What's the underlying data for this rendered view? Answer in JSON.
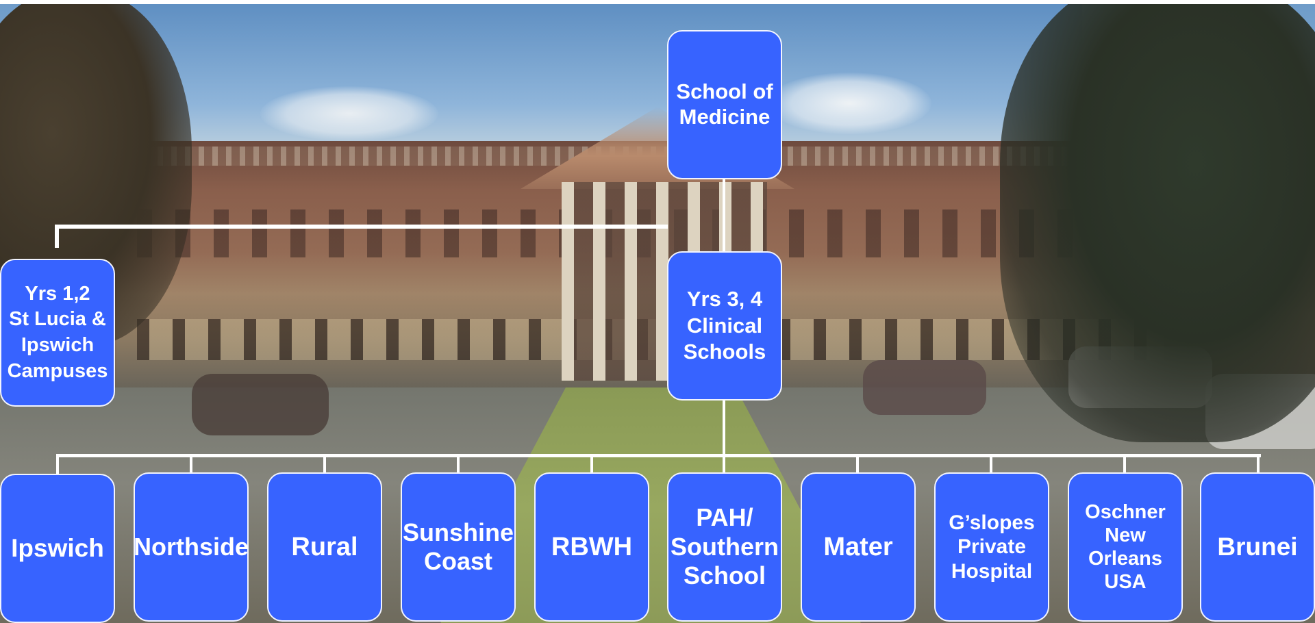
{
  "diagram": {
    "top": {
      "label": "School of\nMedicine"
    },
    "preclinical": {
      "label": "Yrs 1,2\nSt Lucia &\nIpswich\nCampuses"
    },
    "clinical": {
      "label": "Yrs 3, 4\nClinical\nSchools"
    },
    "schools": [
      {
        "label": "Ipswich"
      },
      {
        "label": "Northside"
      },
      {
        "label": "Rural"
      },
      {
        "label": "Sunshine\nCoast"
      },
      {
        "label": "RBWH"
      },
      {
        "label": "PAH/\nSouthern\nSchool"
      },
      {
        "label": "Mater"
      },
      {
        "label": "G’slopes\nPrivate\nHospital"
      },
      {
        "label": "Oschner\nNew Orleans\nUSA"
      },
      {
        "label": "Brunei"
      }
    ]
  },
  "colors": {
    "box_fill": "#3763ff",
    "box_border": "#f2f4ff",
    "text": "#ffffff",
    "connector": "#ffffff"
  }
}
